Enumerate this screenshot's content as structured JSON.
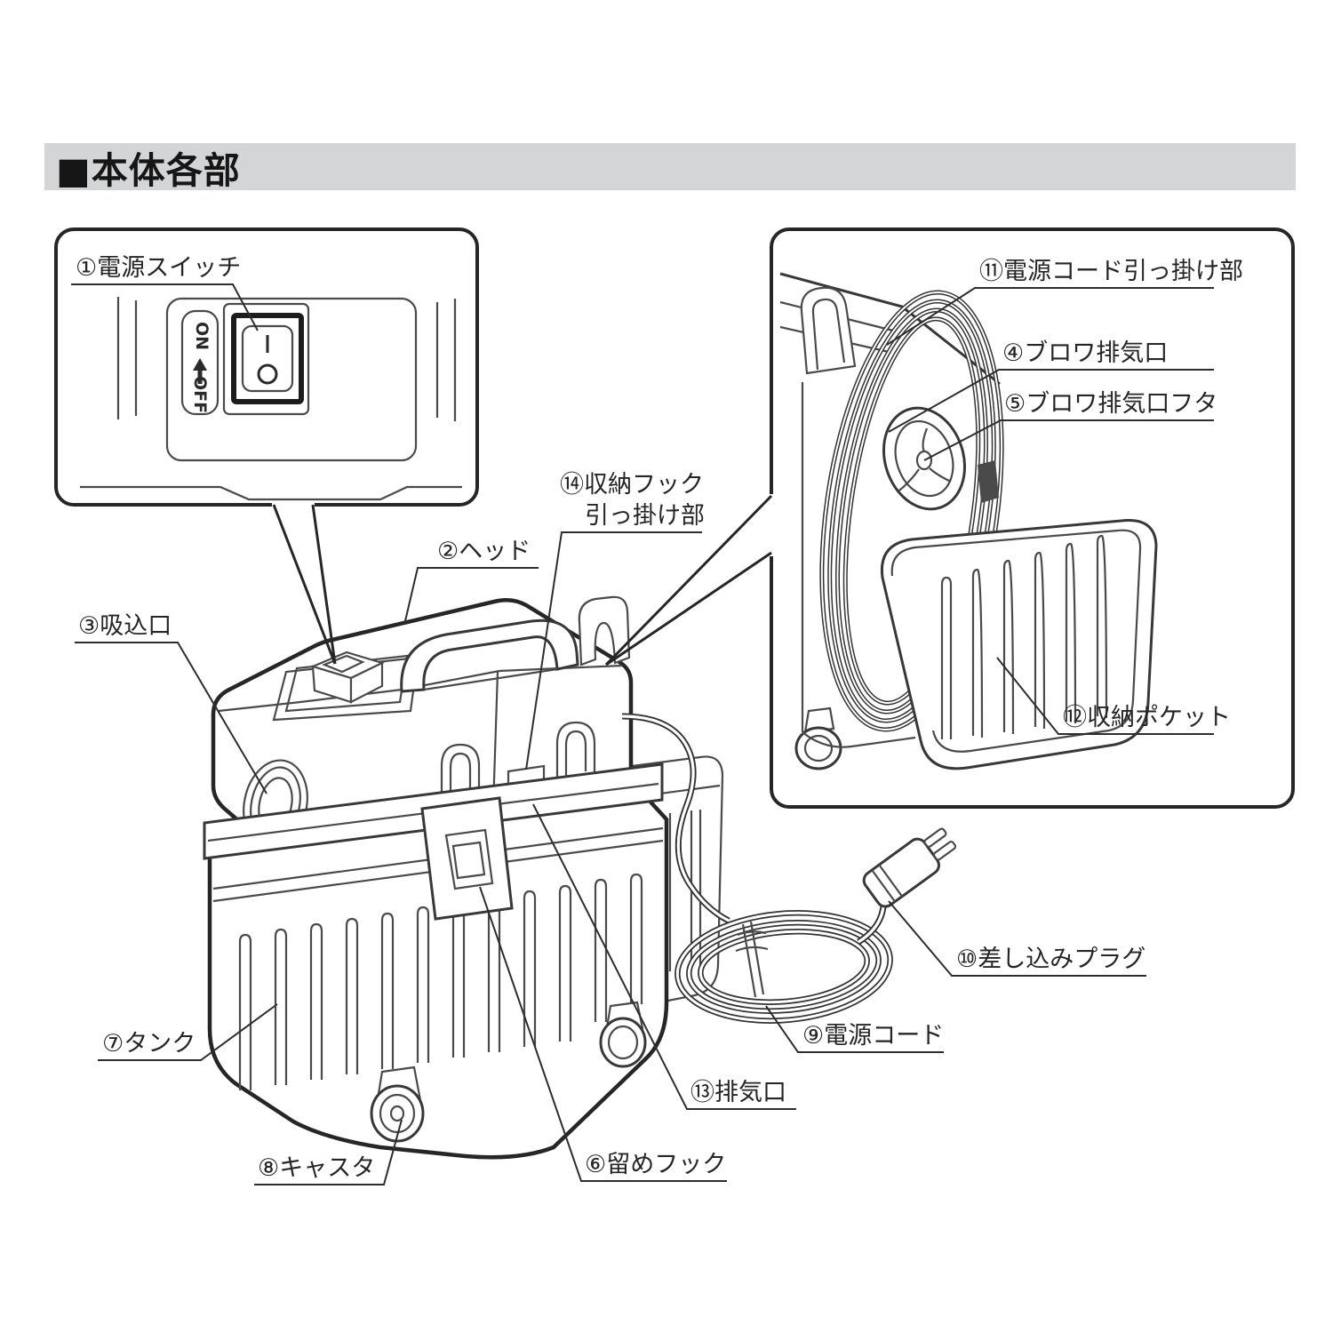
{
  "page": {
    "title": "■本体各部"
  },
  "switch_inset": {
    "on": "ON",
    "off": "OFF"
  },
  "labels": {
    "power_switch": "①電源スイッチ",
    "head": "②ヘッド",
    "suction_inlet": "③吸込口",
    "blower_exhaust": "④ブロワ排気口",
    "blower_exhaust_cover": "⑤ブロワ排気口フタ",
    "latch_hook": "⑥留めフック",
    "tank": "⑦タンク",
    "caster": "⑧キャスタ",
    "power_cord": "⑨電源コード",
    "plug": "⑩差し込みプラグ",
    "cord_hook": "⑪電源コード引っ掛け部",
    "storage_pocket": "⑫収納ポケット",
    "exhaust_port": "⑬排気口",
    "storage_hook_1": "⑭収納フック",
    "storage_hook_2": "引っ掛け部"
  }
}
